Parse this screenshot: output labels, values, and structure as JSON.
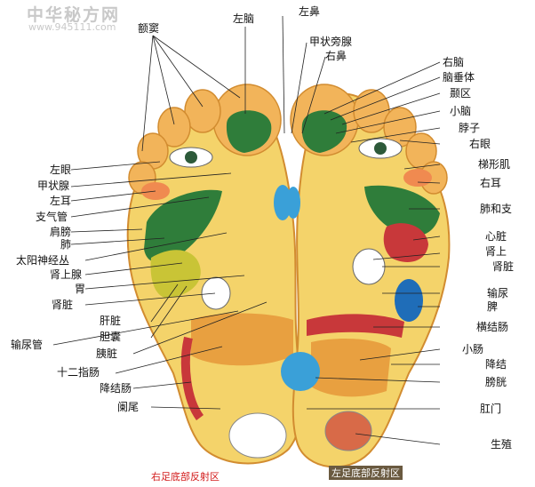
{
  "watermark": {
    "site_name": "中华秘方网",
    "url": "www.945111.com"
  },
  "captions": {
    "left": "右足底部反射区",
    "right": "左足底部反射区"
  },
  "colors": {
    "skin": "#f4d36a",
    "toe": "#f2b45a",
    "heart": "#2f7d3a",
    "kidney": "#ffffff",
    "bladder": "#3aa0d8",
    "intestine": "#e8a040",
    "colon": "#c8383a",
    "spleen": "#1f6db8"
  },
  "labels": {
    "top_e_dou": "额窦",
    "top_zuonao": "左脑",
    "top_zuobi": "左鼻",
    "top_jiazhuangpangxian": "甲状旁腺",
    "top_youbi": "右鼻",
    "left": [
      "左眼",
      "甲状腺",
      "左耳",
      "支气管",
      "肩膀",
      "肺",
      "太阳神经丛",
      "肾上腺",
      "胃",
      "肾脏",
      "肝脏",
      "胆囊",
      "输尿管",
      "胰脏",
      "十二指肠",
      "降结肠",
      "阑尾"
    ],
    "right": [
      "右脑",
      "脑垂体",
      "颞区",
      "小脑",
      "脖子",
      "右眼",
      "梯形肌",
      "右耳",
      "肺和支",
      "心脏",
      "肾上",
      "肾脏",
      "输尿",
      "脾",
      "横结肠",
      "小肠",
      "降结",
      "膀胱",
      "肛门",
      "生殖"
    ]
  }
}
